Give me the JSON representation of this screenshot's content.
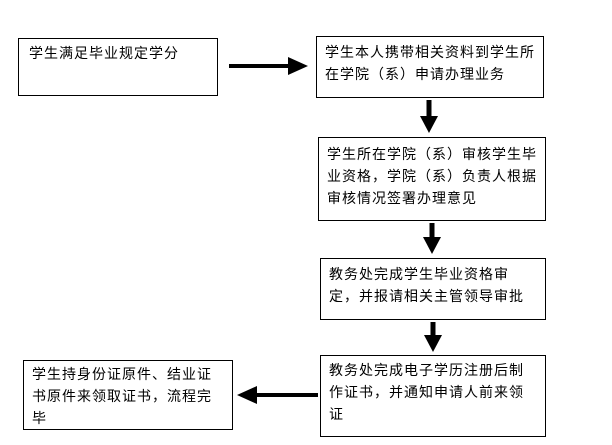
{
  "flowchart": {
    "step1": "学生满足毕业规定学分",
    "step2": "学生本人携带相关资料到学生所在学院（系）申请办理业务",
    "step3": "学生所在学院（系）审核学生毕业资格，学院（系）负责人根据审核情况签署办理意见",
    "step4": "教务处完成学生毕业资格审定，并报请相关主管领导审批",
    "step5": "教务处完成电子学历注册后制作证书，并通知申请人前来领证",
    "step6": "学生持身份证原件、结业证书原件来领取证书，流程完毕"
  }
}
